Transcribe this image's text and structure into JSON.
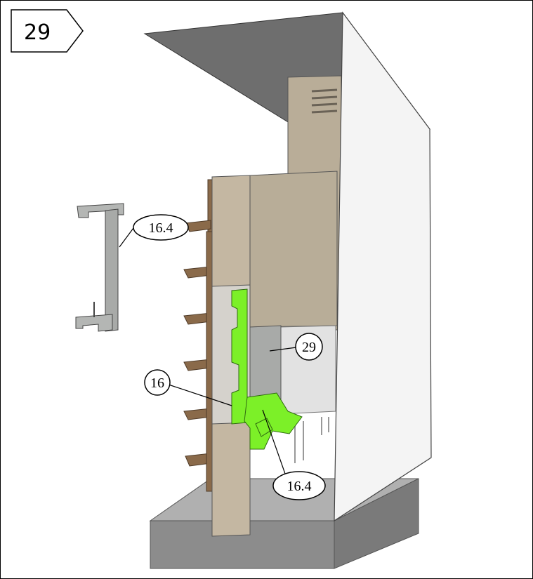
{
  "step": {
    "number": "29"
  },
  "callouts": {
    "bracket_top": "16.4",
    "panel_right": "29",
    "bracket_left": "16",
    "bracket_bottom": "16.4"
  },
  "colors": {
    "frame": "#000000",
    "cabinet_side": "#f2f2f2",
    "cabinet_ceiling": "#6e6e6e",
    "base_plate": "#8c8c8c",
    "tan_panel": "#c4b7a2",
    "green_bracket": "#7cf028",
    "metal": "#a8aaa8",
    "wood_shelf": "#8a6a4a"
  },
  "icons": {
    "step_badge": "chevron-arrow-icon"
  }
}
